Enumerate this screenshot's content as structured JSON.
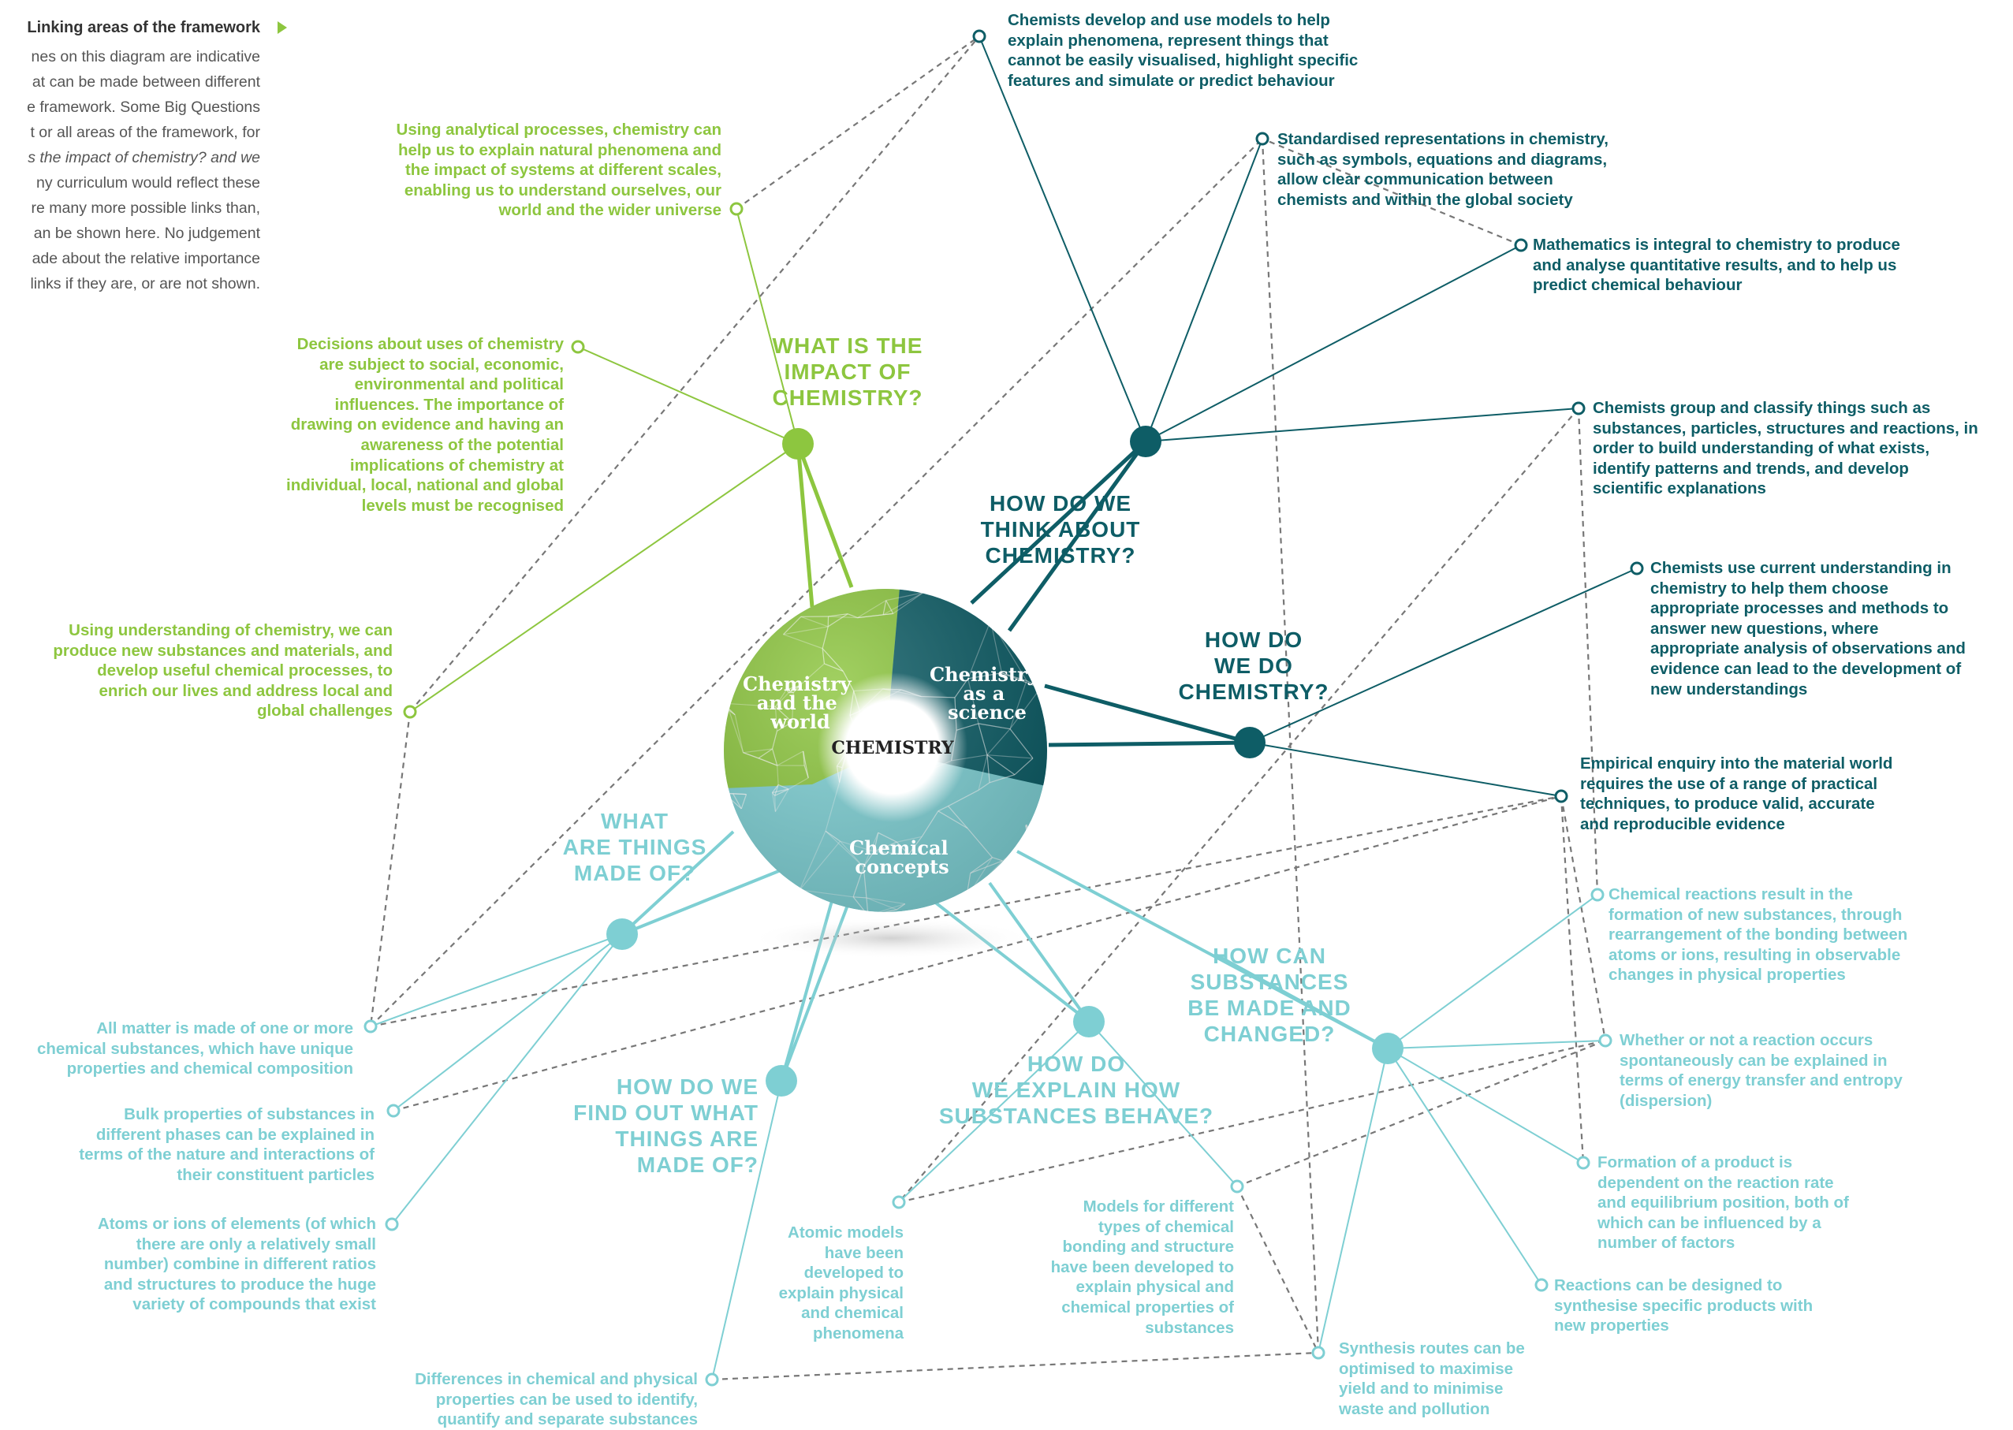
{
  "info": {
    "title": "Linking areas of the framework",
    "lines": [
      "nes on this diagram are indicative",
      "at can be made between different",
      "e framework. Some Big Questions",
      "t or all areas of the framework, for",
      "s the impact of chemistry? and we",
      "ny curriculum would reflect these",
      "re many more possible links than,",
      "an be shown here. No judgement",
      "ade about the relative importance",
      "links if they are, or are not shown."
    ]
  },
  "sphere": {
    "center_label": "CHEMISTRY",
    "world_label": [
      "Chemistry",
      "and the",
      "world"
    ],
    "science_label": [
      "Chemistry",
      "as a",
      "science"
    ],
    "concepts_label": [
      "Chemical",
      "concepts"
    ]
  },
  "colors": {
    "green": "#8dc63f",
    "teal": "#0e5d66",
    "cyan": "#7ecfd3",
    "dashed": "#777777"
  },
  "questions": {
    "impact": "WHAT IS THE\nIMPACT OF\nCHEMISTRY?",
    "think": "HOW DO WE\nTHINK ABOUT\nCHEMISTRY?",
    "do": "HOW DO\nWE DO\nCHEMISTRY?",
    "made_of": "WHAT\nARE THINGS\nMADE OF?",
    "find_out": "HOW DO WE\nFIND OUT WHAT\nTHINGS ARE\nMADE OF?",
    "explain": "HOW DO\nWE EXPLAIN HOW\nSUBSTANCES BEHAVE?",
    "changed": "HOW CAN\nSUBSTANCES\nBE MADE AND\nCHANGED?"
  },
  "nodes": {
    "g1": "Using analytical processes, chemistry can\nhelp us to explain natural phenomena and\nthe impact of systems at different scales,\nenabling us to understand ourselves, our\nworld and the wider universe",
    "g2": "Decisions about uses of chemistry\nare subject to social, economic,\nenvironmental and political\ninfluences. The importance of\ndrawing on evidence and having an\nawareness of the potential\nimplications of chemistry at\nindividual, local, national and global\nlevels must be recognised",
    "g3": "Using understanding of chemistry, we can\nproduce new substances and materials, and\ndevelop useful chemical processes, to\nenrich our lives and address local and\nglobal challenges",
    "t1": "Chemists develop and use models to help\nexplain phenomena, represent things that\ncannot be easily visualised, highlight specific\nfeatures and simulate or predict behaviour",
    "t2": "Standardised representations in chemistry,\nsuch as symbols, equations and diagrams,\nallow clear communication between\nchemists and within the global society",
    "t3": "Mathematics is integral to chemistry to produce\nand analyse quantitative results, and to help us\npredict chemical behaviour",
    "t4": "Chemists group and classify things such as\nsubstances, particles, structures and reactions, in\norder to build understanding of what exists,\nidentify patterns and trends, and develop\nscientific explanations",
    "t5": "Chemists use current understanding in\nchemistry to help them choose\nappropriate processes and methods to\nanswer new questions, where\nappropriate analysis of observations and\nevidence can lead to the development of\nnew understandings",
    "t6": "Empirical enquiry into the material world\nrequires the use of a range of practical\ntechniques, to produce valid, accurate\nand reproducible evidence",
    "c1": "All matter is made of one or more\nchemical substances, which have unique\nproperties and chemical composition",
    "c2": "Bulk properties of substances in\ndifferent phases can be explained in\nterms of the nature and interactions of\ntheir constituent particles",
    "c3": "Atoms or ions of elements (of which\nthere are only a relatively small\nnumber) combine in different ratios\nand structures to produce the huge\nvariety of compounds that exist",
    "c4": "Differences in chemical and physical\nproperties can be used to identify,\nquantify and separate substances",
    "c5": "Atomic models\nhave been\ndeveloped to\nexplain physical\nand chemical\nphenomena",
    "c6": "Models for different\ntypes of chemical\nbonding and structure\nhave been developed to\nexplain physical and\nchemical properties of\nsubstances",
    "c7": "Synthesis routes can be\noptimised to maximise\nyield and to minimise\nwaste and pollution",
    "c8": "Chemical reactions result in the\nformation of new substances, through\nrearrangement of the bonding between\natoms or ions, resulting in observable\nchanges in physical properties",
    "c9": "Whether or not a reaction occurs\nspontaneously can be explained in\nterms of energy transfer and entropy\n(dispersion)",
    "c10": "Formation of a product is\ndependent on the reaction rate\nand equilibrium position, both of\nwhich can be influenced by a\nnumber of factors",
    "c11": "Reactions can be designed to\nsynthesise specific products with\nnew properties"
  }
}
